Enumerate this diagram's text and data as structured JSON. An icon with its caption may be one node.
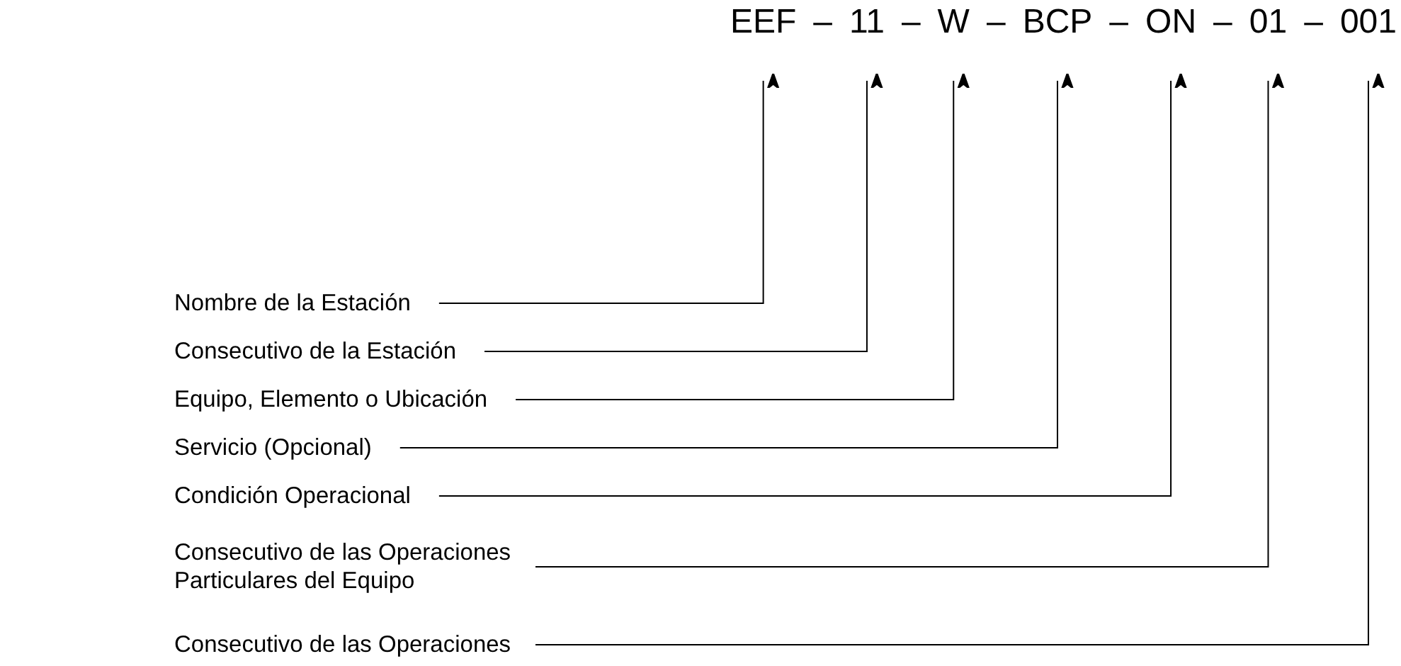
{
  "diagram": {
    "nodes": [
      {
        "text": [
          "EEF"
        ]
      },
      {
        "text": [
          "11"
        ]
      },
      {
        "text": [
          "W"
        ]
      },
      {
        "text": [
          "BCP"
        ]
      },
      {
        "text": [
          "ON"
        ]
      },
      {
        "text": [
          "01"
        ]
      },
      {
        "text": [
          "001"
        ]
      },
      {
        "text": [
          "Nombre de la Estación"
        ]
      },
      {
        "text": [
          "Consecutivo de la Estación"
        ]
      },
      {
        "text": [
          "Equipo, Elemento o Ubicación"
        ]
      },
      {
        "text": [
          "Servicio (Opcional)"
        ]
      },
      {
        "text": [
          "Condición Operacional"
        ]
      },
      {
        "text": [
          "Consecutivo de las Operaciones Particulares del Equipo"
        ]
      },
      {
        "text": [
          "Consecutivo de las Operaciones"
        ]
      }
    ],
    "edges": [
      {
        "from": 7,
        "to": 0,
        "arrow": "to"
      },
      {
        "from": 8,
        "to": 1,
        "arrow": "to"
      },
      {
        "from": 9,
        "to": 2,
        "arrow": "to"
      },
      {
        "from": 10,
        "to": 3,
        "arrow": "to"
      },
      {
        "from": 11,
        "to": 4,
        "arrow": "to"
      },
      {
        "from": 12,
        "to": 5,
        "arrow": "to"
      },
      {
        "from": 13,
        "to": 6,
        "arrow": "to"
      }
    ],
    "labels": [
      "–",
      "–",
      "–",
      "–",
      "–",
      "–"
    ]
  }
}
